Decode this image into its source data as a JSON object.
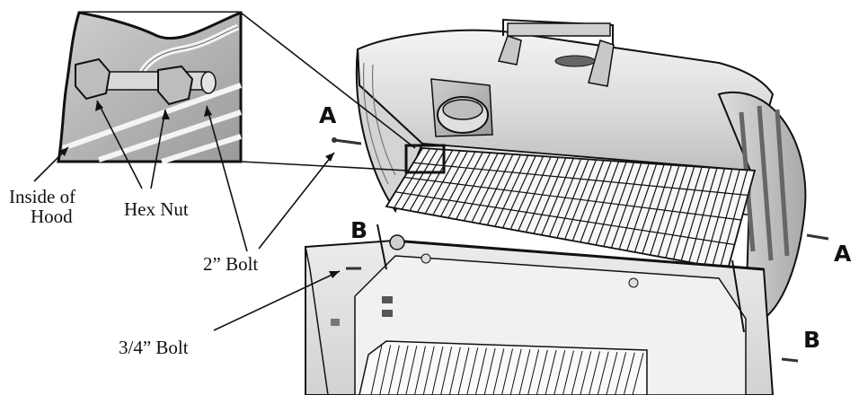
{
  "labels": {
    "inside_of_hood_line1": "Inside of",
    "inside_of_hood_line2": "Hood",
    "hex_nut": "Hex Nut",
    "two_inch_bolt": "2” Bolt",
    "three_quarter_bolt": "3/4” Bolt"
  },
  "keys": {
    "a_top": "A",
    "a_right": "A",
    "b_left": "B",
    "b_right": "B"
  },
  "colors": {
    "line": "#111111",
    "metal_light": "#e6e6e6",
    "metal_mid": "#bdbdbd",
    "metal_dark": "#8a8a8a"
  }
}
